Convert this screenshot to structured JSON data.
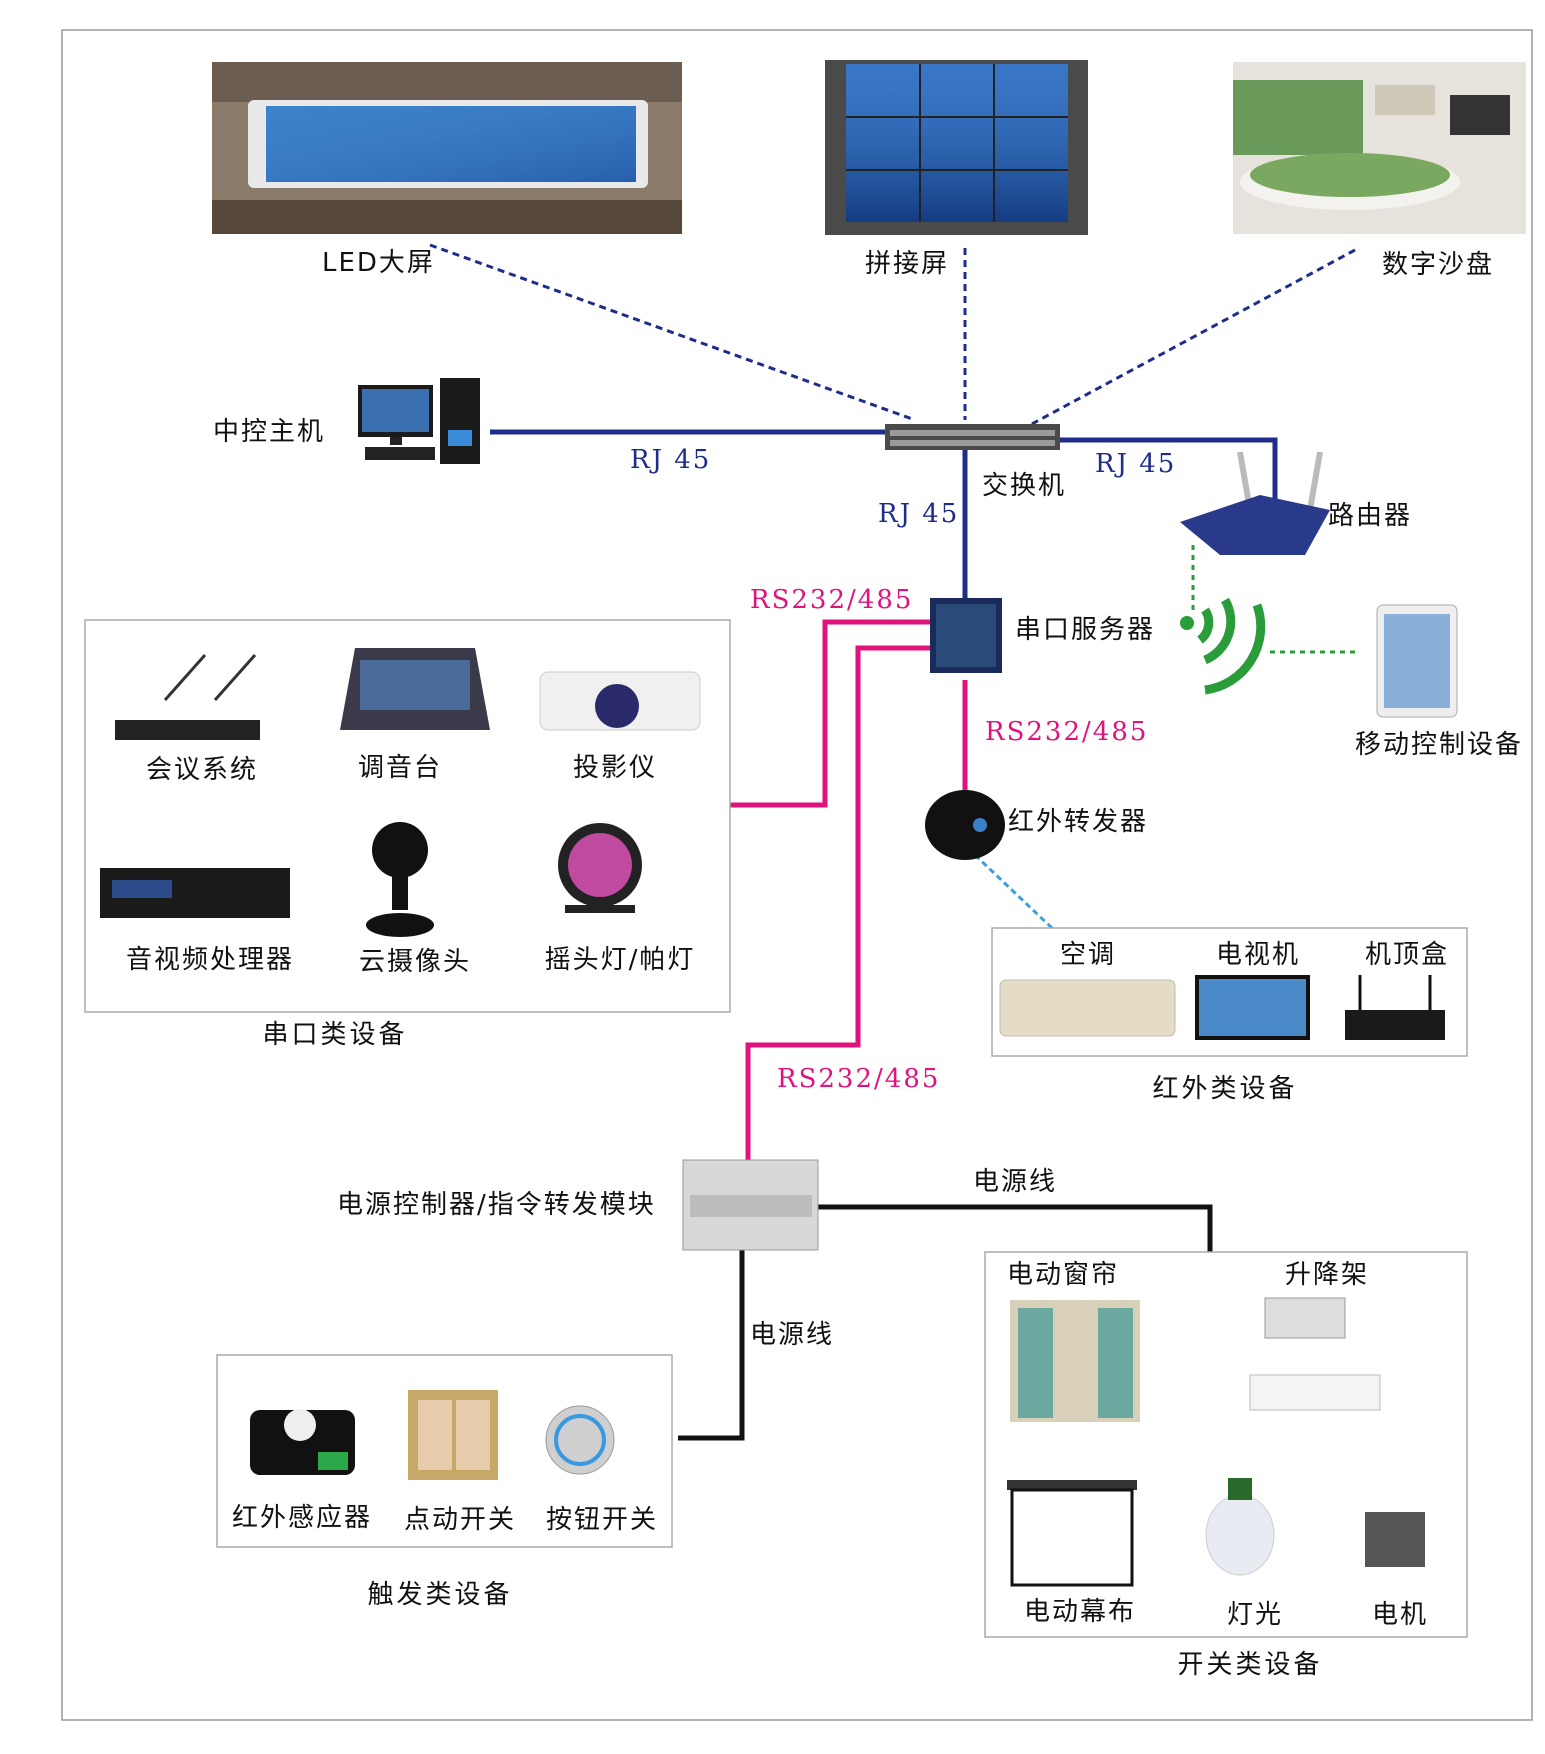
{
  "colors": {
    "ethernet": "#1f2d8a",
    "serial": "#e0127b",
    "power": "#111111",
    "ir_link": "#3aa0d8",
    "wifi": "#2a9d3a"
  },
  "displays": {
    "led": "LED大屏",
    "splice": "拼接屏",
    "sandtable": "数字沙盘"
  },
  "network": {
    "host": "中控主机",
    "switch": "交换机",
    "router": "路由器",
    "serial_server": "串口服务器",
    "mobile": "移动控制设备",
    "ir_forwarder": "红外转发器",
    "rj45_host": "RJ 45",
    "rj45_router": "RJ 45",
    "rj45_down": "RJ 45",
    "rs_top": "RS232/485",
    "rs_ir": "RS232/485",
    "rs_power": "RS232/485"
  },
  "serial_group": {
    "title": "串口类设备",
    "items": [
      "会议系统",
      "调音台",
      "投影仪",
      "音视频处理器",
      "云摄像头",
      "摇头灯/帕灯"
    ]
  },
  "ir_group": {
    "title": "红外类设备",
    "items": [
      "空调",
      "电视机",
      "机顶盒"
    ]
  },
  "power": {
    "module": "电源控制器/指令转发模块",
    "line_right": "电源线",
    "line_down": "电源线"
  },
  "switch_group": {
    "title": "开关类设备",
    "items": [
      "电动窗帘",
      "升降架",
      "电动幕布",
      "灯光",
      "电机"
    ]
  },
  "trigger_group": {
    "title": "触发类设备",
    "items": [
      "红外感应器",
      "点动开关",
      "按钮开关"
    ]
  }
}
